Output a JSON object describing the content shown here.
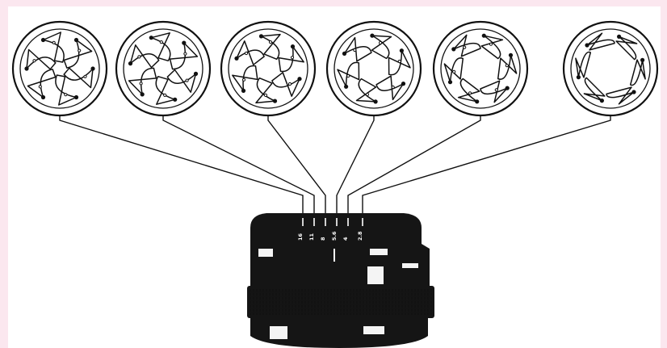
{
  "diagram": {
    "aperture_rings": [
      {
        "id": "ring-1",
        "opening": 0.1
      },
      {
        "id": "ring-2",
        "opening": 0.2
      },
      {
        "id": "ring-3",
        "opening": 0.35
      },
      {
        "id": "ring-4",
        "opening": 0.5
      },
      {
        "id": "ring-5",
        "opening": 0.68
      },
      {
        "id": "ring-6",
        "opening": 0.92
      }
    ],
    "fstop_scale": [
      "16",
      "11",
      "8",
      "5.6",
      "4",
      "2.8"
    ],
    "colors": {
      "background": "#fbe7ef",
      "panel": "#ffffff",
      "ink": "#111111"
    }
  }
}
